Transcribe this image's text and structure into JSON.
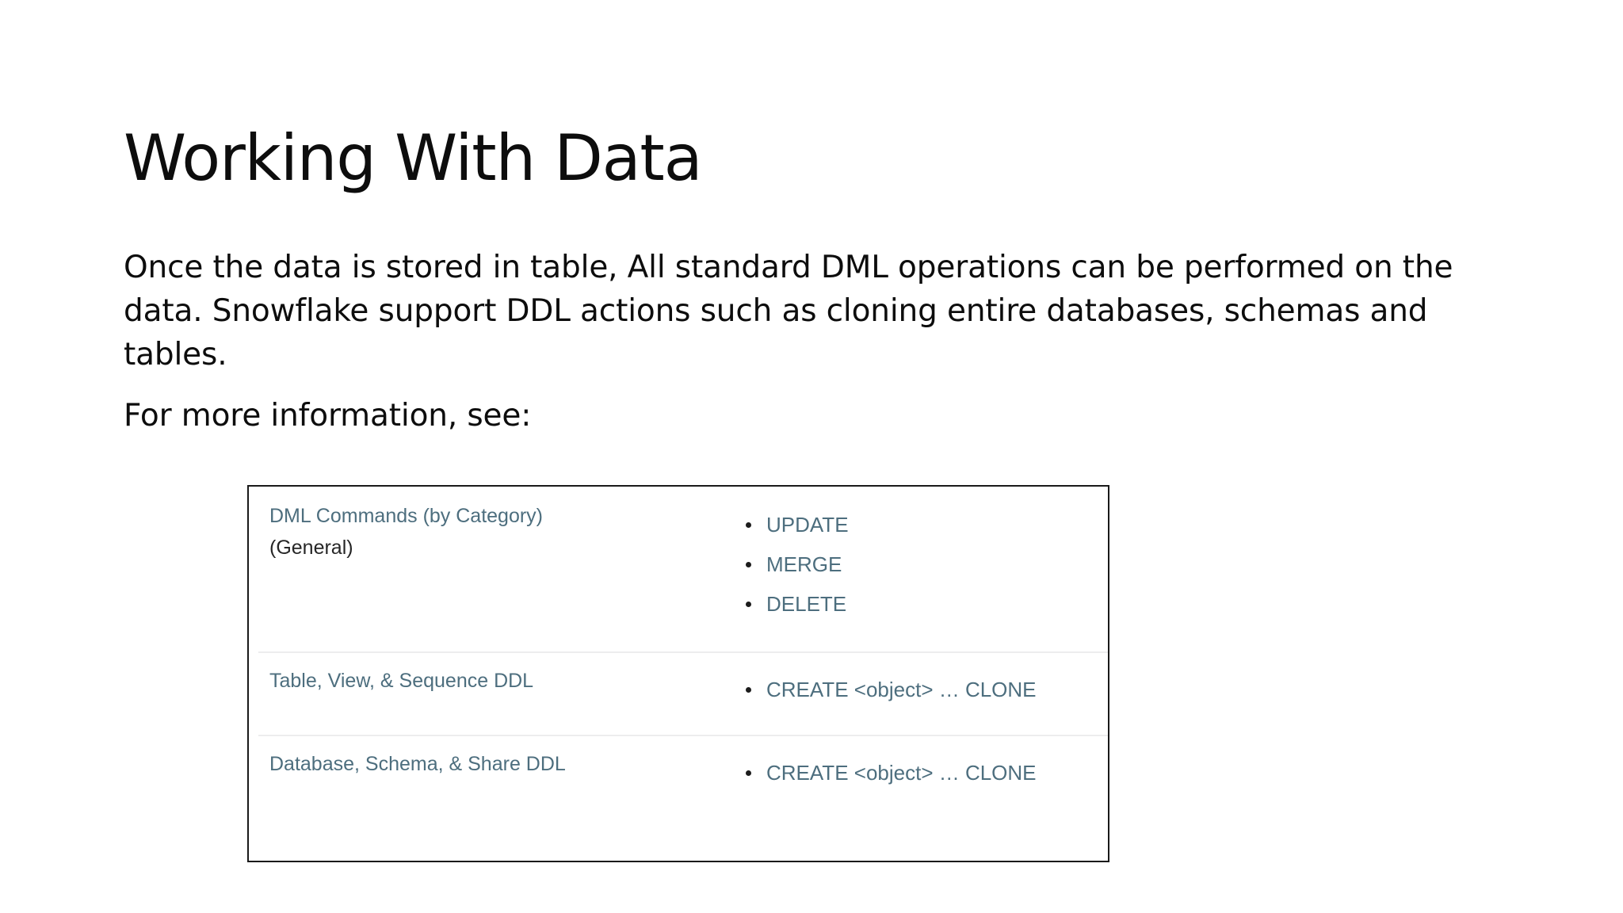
{
  "slide": {
    "title": "Working With Data",
    "paragraphs": [
      "Once the data is stored in table, All standard DML operations can be performed on the data. Snowflake support DDL actions such as cloning entire databases, schemas and tables.",
      "For more information, see:"
    ]
  },
  "colors": {
    "background": "#ffffff",
    "text": "#0d0d0d",
    "doc_link": "#4d6e7e",
    "doc_text": "#262626",
    "doc_border": "#1a1a1a",
    "doc_divider": "#ededee",
    "bullet": "#1c1c1c"
  },
  "doc_table": {
    "rows": [
      {
        "category": "DML Commands (by Category)",
        "subcategory": "(General)",
        "commands": [
          "UPDATE",
          "MERGE",
          "DELETE"
        ]
      },
      {
        "category": "Table, View, & Sequence DDL",
        "subcategory": "",
        "commands": [
          "CREATE <object> … CLONE"
        ]
      },
      {
        "category": "Database, Schema, & Share DDL",
        "subcategory": "",
        "commands": [
          "CREATE <object> … CLONE"
        ]
      }
    ]
  }
}
